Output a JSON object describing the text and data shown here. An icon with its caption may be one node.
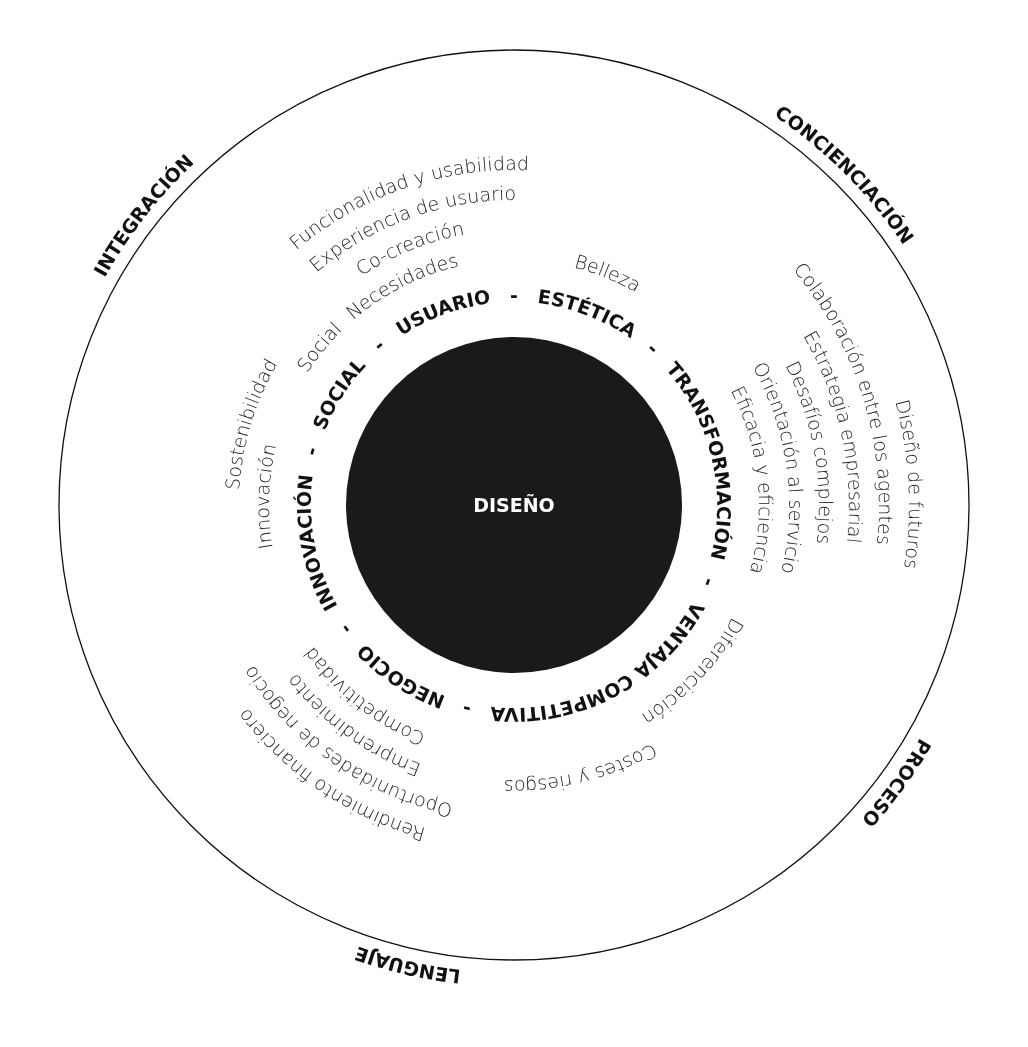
{
  "diagram": {
    "nodes": [
      {
        "text": [
          "INTEGRACIÓN",
          "CONCIENCIACIÓN",
          "PROCESO",
          "LENGUAJE"
        ]
      },
      {
        "text": [
          "DISEÑO"
        ],
        "in": 0
      }
    ],
    "labels": [
      "USUARIO",
      "-",
      "ESTÉTICA",
      "-",
      "TRANSFORMACIÓN",
      "-",
      "VENTAJA COMPETITIVA",
      "-",
      "NEGOCIO",
      "-",
      "INNOVACIÓN",
      "-",
      "SOCIAL",
      "-",
      "Funcionalidad y usabilidad",
      "Experiencia de usuario",
      "Co-creación",
      "Necesidades",
      "Belleza",
      "Diseño de futuros",
      "Colaboración entre los agentes",
      "Estrategia empresarial",
      "Desafíos complejos",
      "Orientación al servicio",
      "Eficacia y eficiencia",
      "Costes y riesgos",
      "Diferenciación",
      "Rendimiento financiero",
      "Oportunidades de negocio",
      "Emprendimiento",
      "Competitividad",
      "Innovación",
      "Sostenibilidad",
      "Social"
    ]
  }
}
